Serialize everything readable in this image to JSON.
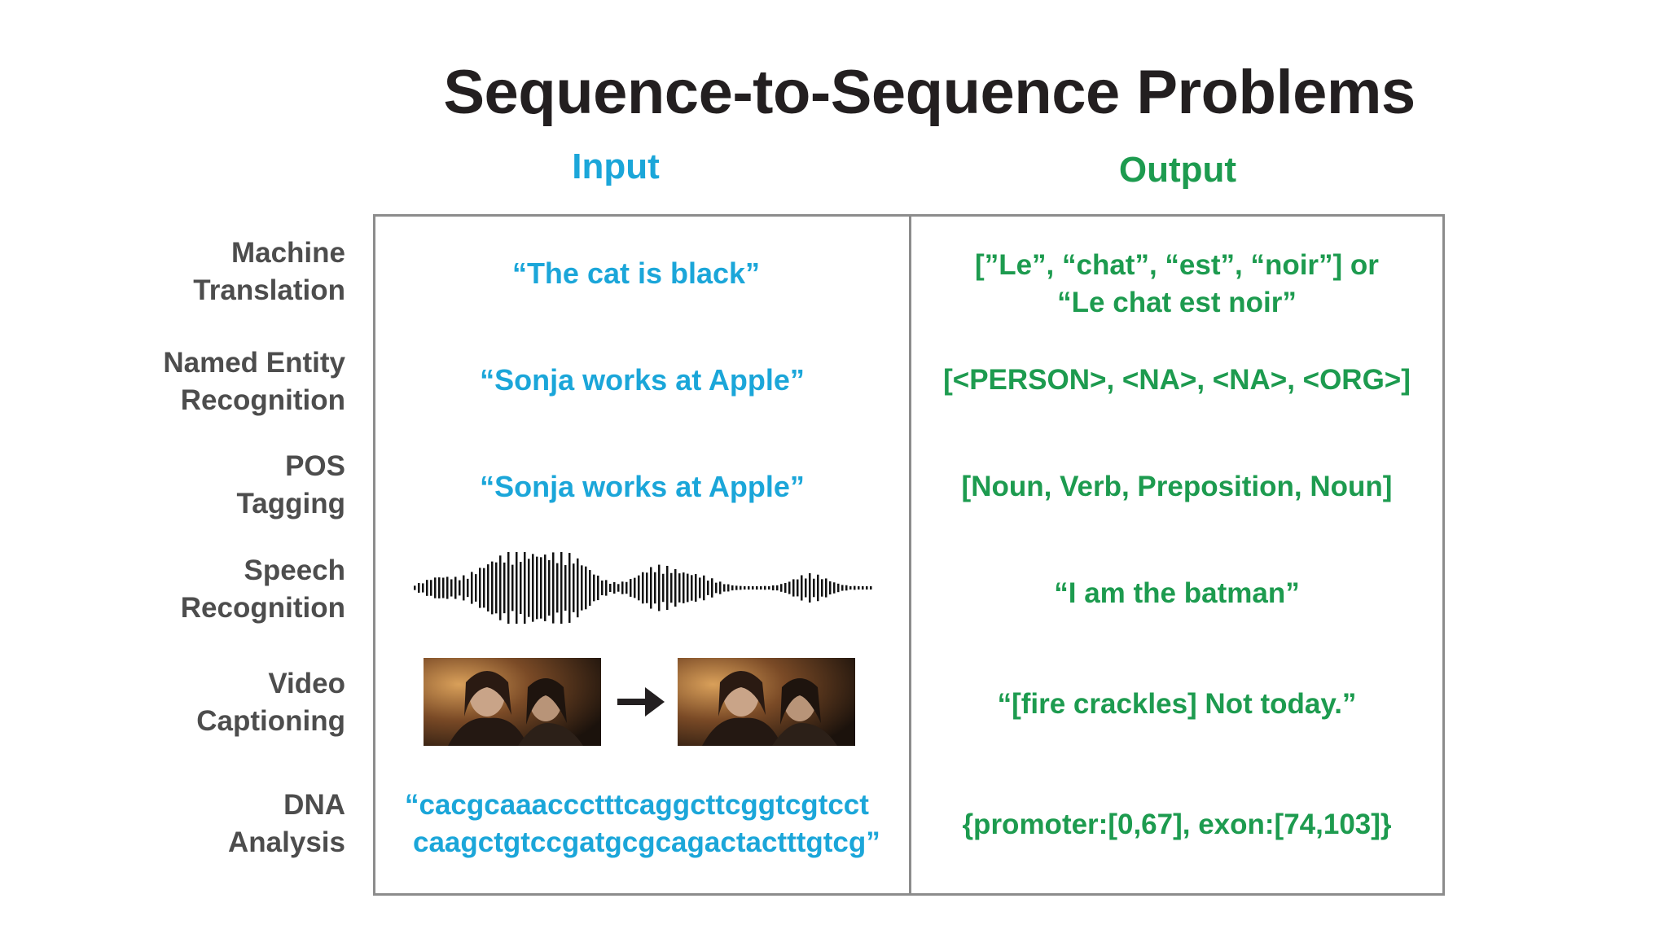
{
  "title": "Sequence-to-Sequence Problems",
  "columns": {
    "input": "Input",
    "output": "Output"
  },
  "rows": [
    {
      "label": [
        "Machine",
        "Translation"
      ],
      "input": [
        "“The cat is black”"
      ],
      "output": [
        "[”Le”, “chat”, “est”, “noir”] or",
        "“Le chat est noir”"
      ]
    },
    {
      "label": [
        "Named Entity",
        "Recognition"
      ],
      "input": [
        "“Sonja works at Apple”"
      ],
      "output": [
        "[<PERSON>, <NA>, <NA>,  <ORG>]"
      ]
    },
    {
      "label": [
        "POS",
        "Tagging"
      ],
      "input": [
        "“Sonja works at Apple”"
      ],
      "output": [
        "[Noun, Verb, Preposition, Noun]"
      ]
    },
    {
      "label": [
        "Speech",
        "Recognition"
      ],
      "input_icon": "audio-waveform",
      "output": [
        "“I am the batman”"
      ]
    },
    {
      "label": [
        "Video",
        "Captioning"
      ],
      "input_icon": "video-frames-with-arrow",
      "output": [
        "“[fire crackles] Not today.”"
      ]
    },
    {
      "label": [
        "DNA",
        "Analysis"
      ],
      "input": [
        "“cacgcaaaccctttcaggcttcggtcgtcct",
        "caagctgtccgatgcgcagactactttgtcg”"
      ],
      "output": [
        "{promoter:[0,67], exon:[74,103]}"
      ]
    }
  ],
  "colors": {
    "title": "#231f20",
    "input": "#1ba6d9",
    "output": "#1d9b4f",
    "label": "#4d4d4d",
    "border": "#8c8c8c"
  }
}
